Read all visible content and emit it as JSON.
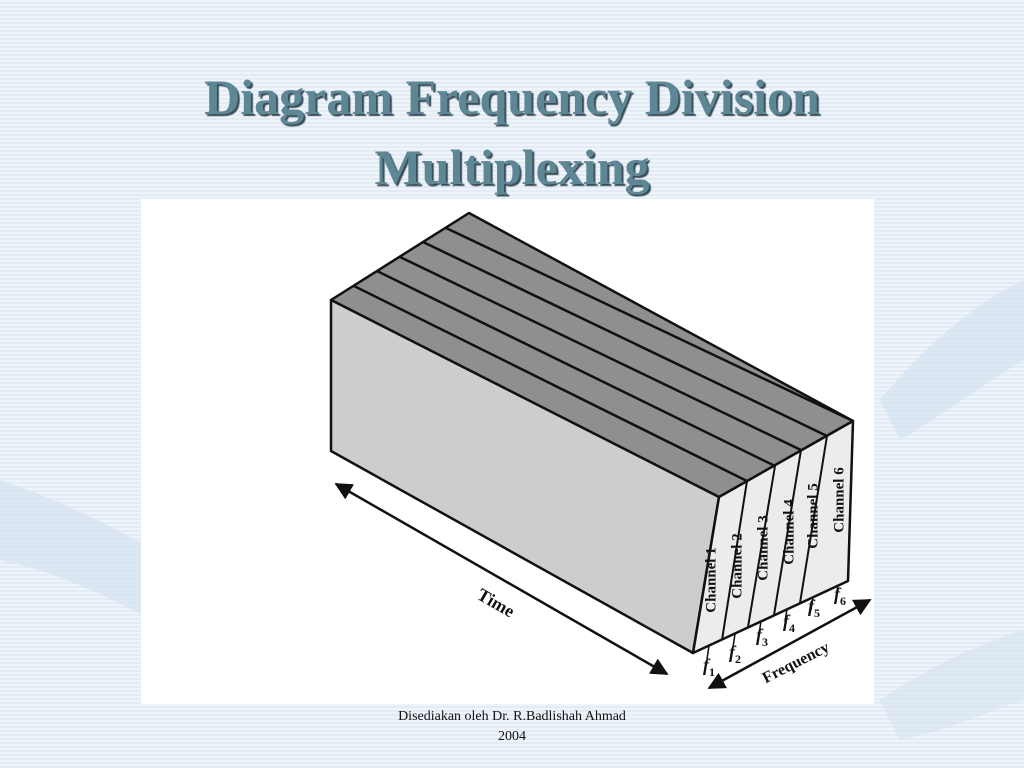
{
  "slide": {
    "title_line1": "Diagram Frequency Division",
    "title_line2": "Multiplexing"
  },
  "diagram": {
    "channels": [
      {
        "label": "Channel 1",
        "freq_symbol": "f",
        "freq_sub": "1"
      },
      {
        "label": "Channel 2",
        "freq_symbol": "f",
        "freq_sub": "2"
      },
      {
        "label": "Channel 3",
        "freq_symbol": "f",
        "freq_sub": "3"
      },
      {
        "label": "Channel 4",
        "freq_symbol": "f",
        "freq_sub": "4"
      },
      {
        "label": "Channel 5",
        "freq_symbol": "f",
        "freq_sub": "5"
      },
      {
        "label": "Channel 6",
        "freq_symbol": "f",
        "freq_sub": "6"
      }
    ],
    "time_axis_label": "Time",
    "frequency_axis_label": "Frequency"
  },
  "footer": {
    "line1": "Disediakan oleh Dr. R.Badlishah Ahmad",
    "line2": "2004"
  }
}
